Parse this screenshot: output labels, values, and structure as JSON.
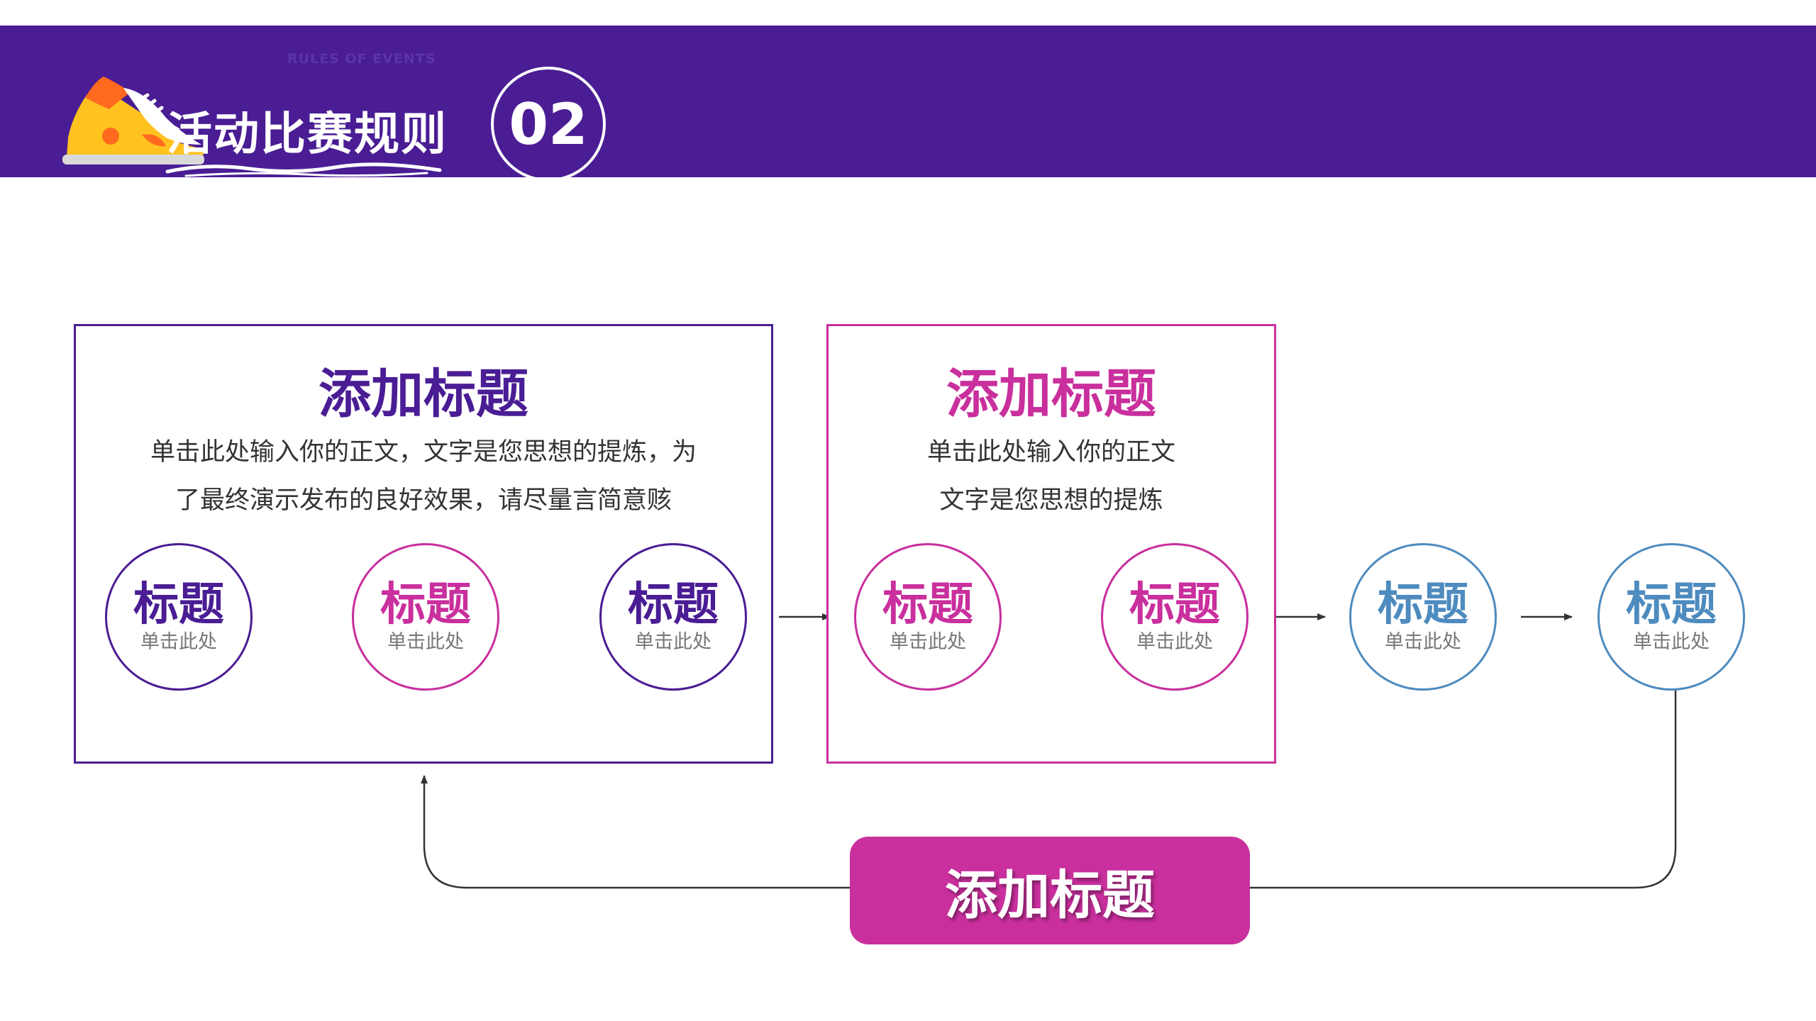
{
  "header": {
    "subtitle": "RULES OF EVENTS",
    "title": "活动比赛规则",
    "number": "02"
  },
  "colors": {
    "header_bg": "#4a1d94",
    "purple": "#4a1d94",
    "magenta": "#c92f9d",
    "blue": "#4e8bbf",
    "connector": "#333333"
  },
  "box1": {
    "title": "添加标题",
    "body": [
      "单击此处输入你的正文，文字是您思想的提炼，为",
      "了最终演示发布的良好效果，请尽量言简意赅"
    ]
  },
  "box2": {
    "title": "添加标题",
    "body": [
      "单击此处输入你的正文",
      "文字是您思想的提炼"
    ]
  },
  "nodes": [
    {
      "title": "标题",
      "sub": "单击此处"
    },
    {
      "title": "标题",
      "sub": "单击此处"
    },
    {
      "title": "标题",
      "sub": "单击此处"
    },
    {
      "title": "标题",
      "sub": "单击此处"
    },
    {
      "title": "标题",
      "sub": "单击此处"
    },
    {
      "title": "标题",
      "sub": "单击此处"
    },
    {
      "title": "标题",
      "sub": "单击此处"
    }
  ],
  "footer": {
    "button_label": "添加标题"
  }
}
